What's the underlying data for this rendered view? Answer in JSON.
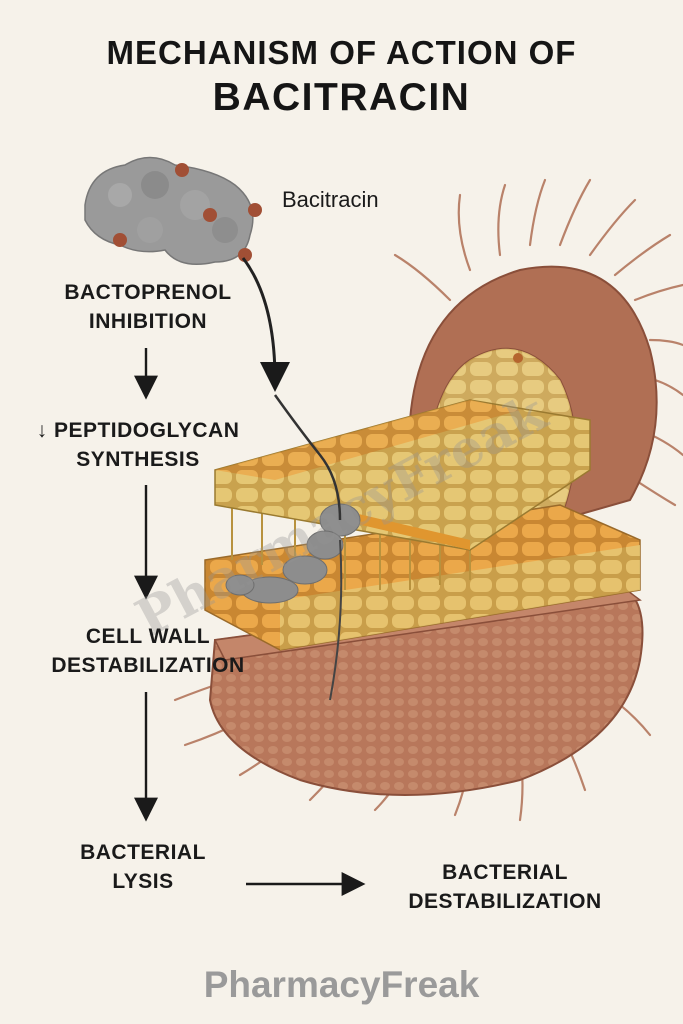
{
  "title": {
    "line1": "MECHANISM OF ACTION OF",
    "line2": "BACITRACIN"
  },
  "molecule_label": "Bacitracin",
  "steps": {
    "s1": [
      "BACTOPRENOL",
      "INHIBITION"
    ],
    "s2": [
      "↓ PEPTIDOGLYCAN",
      "SYNTHESIS"
    ],
    "s3": [
      "CELL WALL",
      "DESTABILIZATION"
    ],
    "s4": [
      "BACTERIAL",
      "LYSIS"
    ],
    "s5": [
      "BACTERIAL",
      "DESTABILIZATION"
    ]
  },
  "watermark": "PharmacyFreak",
  "footer": "PharmacyFreak",
  "colors": {
    "background": "#f6f2ea",
    "cell_body": "#b9775a",
    "wall_yellow": "#d9b55a",
    "wall_orange": "#e0962f",
    "molecule": "#8d8d8d",
    "arrow": "#1a1a1a"
  }
}
